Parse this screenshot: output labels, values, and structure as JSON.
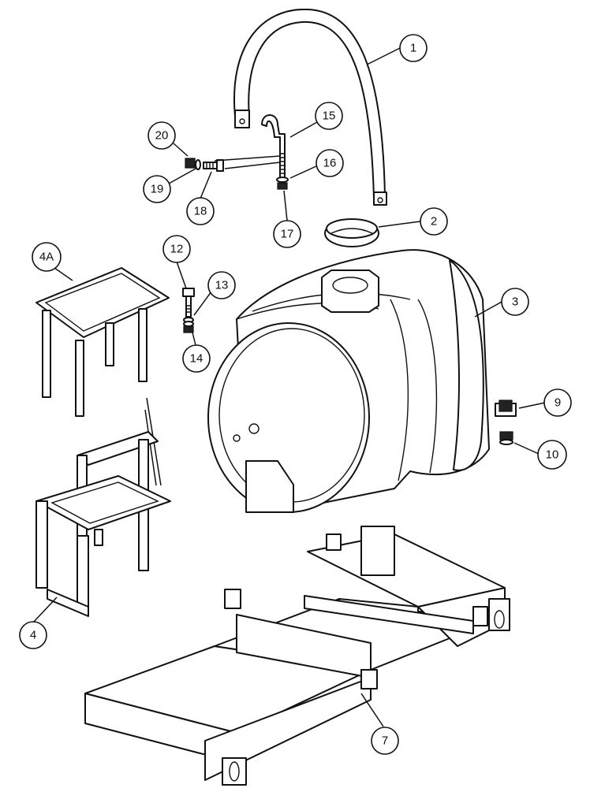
{
  "callouts": {
    "c1": "1",
    "c2": "2",
    "c3": "3",
    "c4": "4",
    "c4a": "4A",
    "c7": "7",
    "c9": "9",
    "c10": "10",
    "c12": "12",
    "c13": "13",
    "c14": "14",
    "c15": "15",
    "c16": "16",
    "c17": "17",
    "c18": "18",
    "c19": "19",
    "c20": "20"
  }
}
